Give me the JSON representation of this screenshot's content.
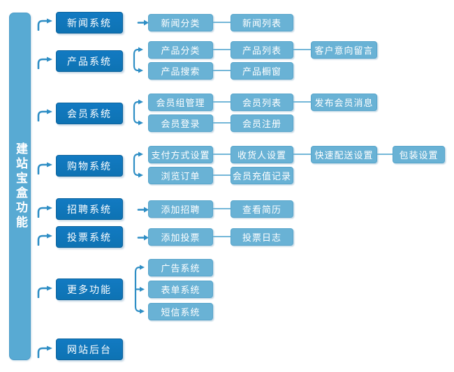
{
  "sidebar": {
    "label": "建站宝盒功能"
  },
  "colors": {
    "main_box": "#0e73b3",
    "sub_box": "#69b2d5",
    "sidebar_bar": "#58aad3",
    "arrow": "#2e8ec5",
    "connector_line": "#74b7d8",
    "text": "#ffffff"
  },
  "groups": [
    {
      "name": "新闻系统",
      "rows": [
        [
          "新闻分类",
          "新闻列表"
        ]
      ]
    },
    {
      "name": "产品系统",
      "rows": [
        [
          "产品分类",
          "产品列表",
          "客户意向留言"
        ],
        [
          "产品搜索",
          "产品橱窗"
        ]
      ]
    },
    {
      "name": "会员系统",
      "rows": [
        [
          "会员组管理",
          "会员列表",
          "发布会员消息"
        ],
        [
          "会员登录",
          "会员注册"
        ]
      ]
    },
    {
      "name": "购物系统",
      "rows": [
        [
          "支付方式设置",
          "收货人设置",
          "快速配送设置",
          "包装设置"
        ],
        [
          "浏览订单",
          "会员充值记录"
        ]
      ]
    },
    {
      "name": "招聘系统",
      "rows": [
        [
          "添加招聘",
          "查看简历"
        ]
      ]
    },
    {
      "name": "投票系统",
      "rows": [
        [
          "添加投票",
          "投票日志"
        ]
      ]
    },
    {
      "name": "更多功能",
      "rows": [
        [
          "广告系统"
        ],
        [
          "表单系统"
        ],
        [
          "短信系统"
        ]
      ]
    },
    {
      "name": "网站后台",
      "rows": []
    }
  ]
}
